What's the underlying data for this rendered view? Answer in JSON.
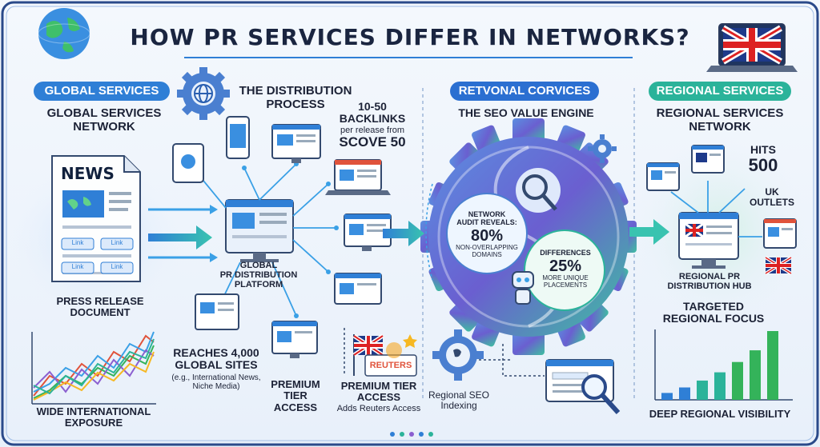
{
  "title": "HOW PR SERVICES DIFFER IN NETWORKS?",
  "columns": {
    "global_pill": "GLOBAL SERVICES",
    "national_pill": "RETVONAL CORVICES",
    "regional_pill": "REGIONAL SERVICES"
  },
  "global": {
    "network_heading_line1": "GLOBAL SERVICES",
    "network_heading_line2": "NETWORK",
    "news_label": "NEWS",
    "link_labels": [
      "Link",
      "Link",
      "Link",
      "Link"
    ],
    "doc_caption_line1": "PRESS RELEASE",
    "doc_caption_line2": "DOCUMENT",
    "exposure_line1": "WIDE INTERNATIONAL",
    "exposure_line2": "EXPOSURE",
    "distribution_line1": "THE DISTRIBUTION",
    "distribution_line2": "PROCESS",
    "platform_line1": "GLOBAL",
    "platform_line2": "PR DISTRIBUTION",
    "platform_line3": "PLATFORM",
    "reach_line1": "REACHES 4,000",
    "reach_line2": "GLOBAL SITES",
    "reach_sub_line1": "(e.g., International News,",
    "reach_sub_line2": "Niche Media)",
    "premium_line1": "PREMIUM",
    "premium_line2": "TIER",
    "premium_line3": "ACCESS",
    "premium2_line1": "PREMIUM TIER",
    "premium2_line2": "ACCESS",
    "premium2_sub": "Adds Reuters Access",
    "reuters": "REUTERS",
    "backlinks_line1": "10-50",
    "backlinks_line2": "BACKLINKS",
    "backlinks_line3": "per release from",
    "backlinks_line4": "SCOVE 50"
  },
  "seo": {
    "engine_heading": "THE SEO VALUE ENGINE",
    "audit_line1": "NETWORK",
    "audit_line2": "AUDIT REVEALS:",
    "audit_value": "80%",
    "audit_line3": "NON-OVERLAPPING",
    "audit_line4": "DOMAINS",
    "diff_line1": "DIFFERENCES",
    "diff_value": "25%",
    "diff_line2": "MORE UNIQUE",
    "diff_line3": "PLACEMENTS",
    "indexing_line1": "Regional SEO",
    "indexing_line2": "Indexing"
  },
  "regional": {
    "network_heading_line1": "REGIONAL SERVICES",
    "network_heading_line2": "NETWORK",
    "hits_line1": "HITS",
    "hits_value": "500",
    "uk_line1": "UK",
    "uk_line2": "OUTLETS",
    "hub_line1": "REGIONAL PR",
    "hub_line2": "DISTRIBUTION HUB",
    "focus_line1": "TARGETED",
    "focus_line2": "REGIONAL FOCUS",
    "visibility": "DEEP REGIONAL VISIBILITY",
    "visibility_bars": [
      0.1,
      0.18,
      0.28,
      0.4,
      0.55,
      0.72,
      1.0
    ]
  },
  "colors": {
    "global_pill": "#2f7fd6",
    "national_pill": "#2b6fd1",
    "regional_pill": "#2bb39a",
    "navy": "#1a2540",
    "arrow": "#3aa0e6",
    "gear": "#4a7fd0",
    "green_bar": "#34b35a"
  }
}
